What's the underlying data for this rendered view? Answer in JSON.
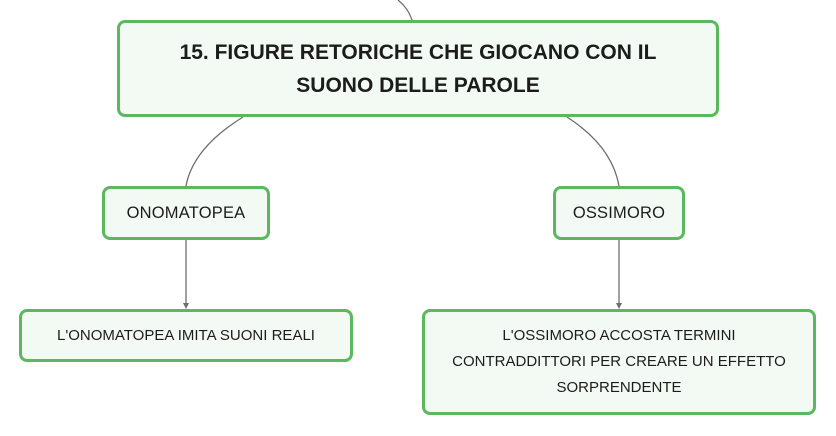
{
  "diagram": {
    "root": {
      "label": "15. FIGURE RETORICHE CHE GIOCANO CON IL SUONO DELLE PAROLE"
    },
    "branches": [
      {
        "label": "ONOMATOPEA",
        "child": "L'ONOMATOPEA IMITA SUONI REALI"
      },
      {
        "label": "OSSIMORO",
        "child": "L'OSSIMORO ACCOSTA TERMINI CONTRADDITTORI PER CREARE UN EFFETTO SORPRENDENTE"
      }
    ]
  },
  "colors": {
    "node_border": "#5cb85f",
    "node_fill": "#f2faf3",
    "connector": "#6e6e6e",
    "text": "#1c1c1c"
  }
}
